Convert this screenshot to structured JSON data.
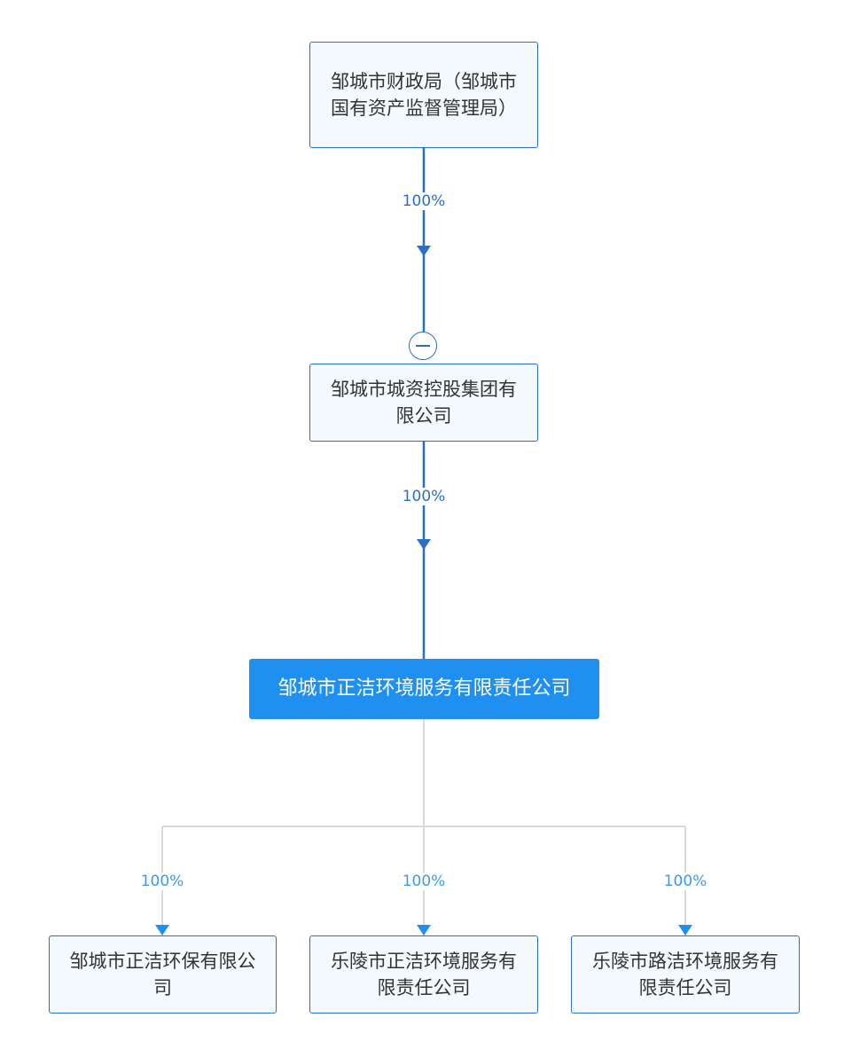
{
  "diagram": {
    "root": {
      "name": "邹城市财政局（邹城市国有资产监督管理局）"
    },
    "parent": {
      "name": "邹城市城资控股集团有限公司"
    },
    "focus": {
      "name": "邹城市正洁环境服务有限责任公司"
    },
    "subsidiaries": [
      {
        "name": "邹城市正洁环保有限公司"
      },
      {
        "name": "乐陵市正洁环境服务有限责任公司"
      },
      {
        "name": "乐陵市路洁环境服务有限责任公司"
      }
    ],
    "edges": {
      "root_to_parent": {
        "share": "100%"
      },
      "parent_to_focus": {
        "share": "100%"
      },
      "focus_to_sub": [
        {
          "share": "100%"
        },
        {
          "share": "100%"
        },
        {
          "share": "100%"
        }
      ]
    },
    "colors": {
      "accent": "#2a6fc9",
      "focus_fill": "#1f8ff0",
      "branch_line": "#d9d9d9",
      "branch_arrow": "#1f8ff0",
      "node_fill": "#f4f9fe"
    }
  }
}
